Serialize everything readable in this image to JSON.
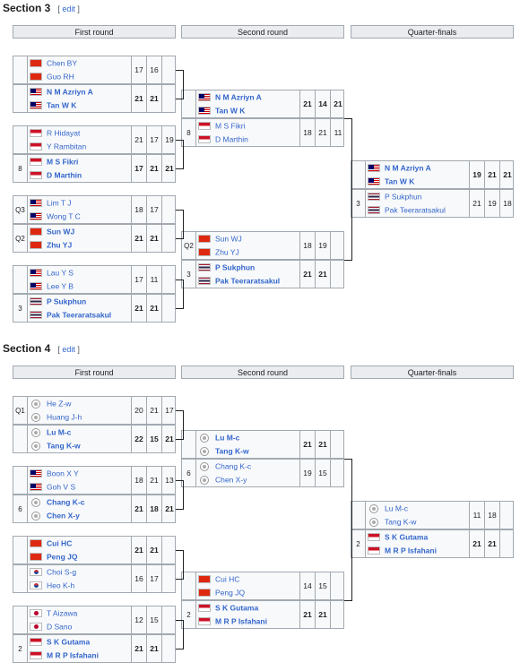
{
  "sections": [
    {
      "title": "Section 3",
      "edit_label": "edit",
      "round_headers": [
        "First round",
        "Second round",
        "Quarter-finals"
      ],
      "rounds": [
        [
          {
            "seed": "",
            "flag": "cn",
            "players": [
              "Chen BY",
              "Guo RH"
            ],
            "scores": [
              "17",
              "16"
            ],
            "win": false
          },
          {
            "seed": "",
            "flag": "my",
            "players": [
              "N M Azriyn A",
              "Tan W K"
            ],
            "scores": [
              "21",
              "21"
            ],
            "win": true
          },
          {
            "seed": "",
            "flag": "id",
            "players": [
              "R Hidayat",
              "Y Rambitan"
            ],
            "scores": [
              "21",
              "17",
              "19"
            ],
            "win": false
          },
          {
            "seed": "8",
            "flag": "id",
            "players": [
              "M S Fikri",
              "D Marthin"
            ],
            "scores": [
              "17",
              "21",
              "21"
            ],
            "win": true
          },
          {
            "seed": "Q3",
            "flag": "my",
            "players": [
              "Lim T J",
              "Wong T C"
            ],
            "scores": [
              "18",
              "17"
            ],
            "win": false
          },
          {
            "seed": "Q2",
            "flag": "cn",
            "players": [
              "Sun WJ",
              "Zhu YJ"
            ],
            "scores": [
              "21",
              "21"
            ],
            "win": true
          },
          {
            "seed": "",
            "flag": "my",
            "players": [
              "Lau Y S",
              "Lee Y B"
            ],
            "scores": [
              "17",
              "11"
            ],
            "win": false
          },
          {
            "seed": "3",
            "flag": "th",
            "players": [
              "P Sukphun",
              "Pak Teeraratsakul"
            ],
            "scores": [
              "21",
              "21"
            ],
            "win": true
          }
        ],
        [
          {
            "seed": "",
            "flag": "my",
            "players": [
              "N M Azriyn A",
              "Tan W K"
            ],
            "scores": [
              "21",
              "14",
              "21"
            ],
            "win": true
          },
          {
            "seed": "8",
            "flag": "id",
            "players": [
              "M S Fikri",
              "D Marthin"
            ],
            "scores": [
              "18",
              "21",
              "11"
            ],
            "win": false
          },
          {
            "seed": "Q2",
            "flag": "cn",
            "players": [
              "Sun WJ",
              "Zhu YJ"
            ],
            "scores": [
              "18",
              "19"
            ],
            "win": false
          },
          {
            "seed": "3",
            "flag": "th",
            "players": [
              "P Sukphun",
              "Pak Teeraratsakul"
            ],
            "scores": [
              "21",
              "21"
            ],
            "win": true
          }
        ],
        [
          {
            "seed": "",
            "flag": "my",
            "players": [
              "N M Azriyn A",
              "Tan W K"
            ],
            "scores": [
              "19",
              "21",
              "21"
            ],
            "win": true
          },
          {
            "seed": "3",
            "flag": "th",
            "players": [
              "P Sukphun",
              "Pak Teeraratsakul"
            ],
            "scores": [
              "21",
              "19",
              "18"
            ],
            "win": false
          }
        ]
      ]
    },
    {
      "title": "Section 4",
      "edit_label": "edit",
      "round_headers": [
        "First round",
        "Second round",
        "Quarter-finals"
      ],
      "rounds": [
        [
          {
            "seed": "Q1",
            "flag": "tw",
            "players": [
              "He Z-w",
              "Huang J-h"
            ],
            "scores": [
              "20",
              "21",
              "17"
            ],
            "win": false
          },
          {
            "seed": "",
            "flag": "tw",
            "players": [
              "Lu M-c",
              "Tang K-w"
            ],
            "scores": [
              "22",
              "15",
              "21"
            ],
            "win": true
          },
          {
            "seed": "",
            "flag": "my",
            "players": [
              "Boon X Y",
              "Goh V S"
            ],
            "scores": [
              "18",
              "21",
              "13"
            ],
            "win": false
          },
          {
            "seed": "6",
            "flag": "tw",
            "players": [
              "Chang K-c",
              "Chen X-y"
            ],
            "scores": [
              "21",
              "18",
              "21"
            ],
            "win": true
          },
          {
            "seed": "",
            "flag": "cn",
            "players": [
              "Cui HC",
              "Peng JQ"
            ],
            "scores": [
              "21",
              "21"
            ],
            "win": true
          },
          {
            "seed": "",
            "flag": "kr",
            "players": [
              "Choi S-g",
              "Heo K-h"
            ],
            "scores": [
              "16",
              "17"
            ],
            "win": false
          },
          {
            "seed": "",
            "flag": "jp",
            "players": [
              "T Aizawa",
              "D Sano"
            ],
            "scores": [
              "12",
              "15"
            ],
            "win": false
          },
          {
            "seed": "2",
            "flag": "id",
            "players": [
              "S K Gutama",
              "M R P Isfahani"
            ],
            "scores": [
              "21",
              "21"
            ],
            "win": true
          }
        ],
        [
          {
            "seed": "",
            "flag": "tw",
            "players": [
              "Lu M-c",
              "Tang K-w"
            ],
            "scores": [
              "21",
              "21"
            ],
            "win": true
          },
          {
            "seed": "6",
            "flag": "tw",
            "players": [
              "Chang K-c",
              "Chen X-y"
            ],
            "scores": [
              "19",
              "15"
            ],
            "win": false
          },
          {
            "seed": "",
            "flag": "cn",
            "players": [
              "Cui HC",
              "Peng JQ"
            ],
            "scores": [
              "14",
              "15"
            ],
            "win": false
          },
          {
            "seed": "2",
            "flag": "id",
            "players": [
              "S K Gutama",
              "M R P Isfahani"
            ],
            "scores": [
              "21",
              "21"
            ],
            "win": true
          }
        ],
        [
          {
            "seed": "",
            "flag": "tw",
            "players": [
              "Lu M-c",
              "Tang K-w"
            ],
            "scores": [
              "11",
              "18"
            ],
            "win": false
          },
          {
            "seed": "2",
            "flag": "id",
            "players": [
              "S K Gutama",
              "M R P Isfahani"
            ],
            "scores": [
              "21",
              "21"
            ],
            "win": true
          }
        ]
      ]
    }
  ]
}
